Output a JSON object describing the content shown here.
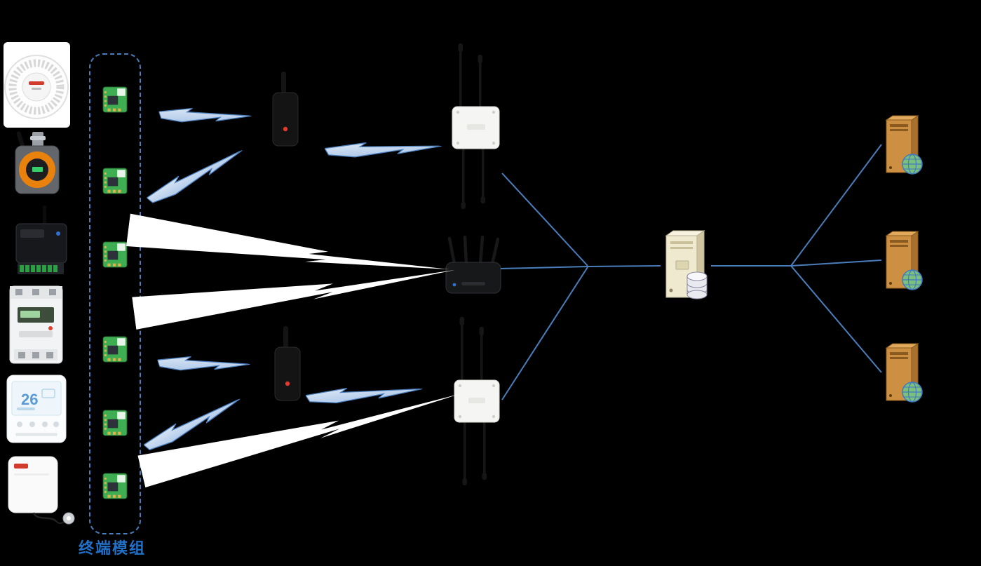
{
  "diagram": {
    "group_label": "终端模组",
    "thermostat_display": "26",
    "nodes": {
      "left_devices": [
        {
          "name": "smoke-detector"
        },
        {
          "name": "gas-detector"
        },
        {
          "name": "cellular-modem"
        },
        {
          "name": "din-rail-energy-meter"
        },
        {
          "name": "thermostat"
        },
        {
          "name": "wall-controller"
        }
      ],
      "terminal_modules_count": 6,
      "usb_receivers_count": 2,
      "gateways": [
        "outdoor-gateway-top",
        "wireless-router",
        "outdoor-gateway-bottom"
      ],
      "central_server": "database-server",
      "cloud_servers_count": 3
    },
    "connections": [
      {
        "from": "terminal-module-1",
        "to": "usb-receiver-1",
        "type": "wireless-bolt"
      },
      {
        "from": "terminal-module-2",
        "to": "usb-receiver-1",
        "type": "wireless-bolt"
      },
      {
        "from": "usb-receiver-1",
        "to": "outdoor-gateway-top",
        "type": "wireless-bolt"
      },
      {
        "from": "terminal-modules",
        "to": "wireless-router",
        "type": "wireless-beam"
      },
      {
        "from": "terminal-modules",
        "to": "wireless-router",
        "type": "wireless-beam"
      },
      {
        "from": "terminal-module-4",
        "to": "usb-receiver-2",
        "type": "wireless-bolt"
      },
      {
        "from": "terminal-module-5",
        "to": "usb-receiver-2",
        "type": "wireless-bolt"
      },
      {
        "from": "usb-receiver-2",
        "to": "outdoor-gateway-bottom",
        "type": "wireless-bolt"
      },
      {
        "from": "terminal-module-6",
        "to": "outdoor-gateway-bottom",
        "type": "wireless-beam"
      },
      {
        "from": "outdoor-gateway-top",
        "to": "database-server",
        "type": "line"
      },
      {
        "from": "wireless-router",
        "to": "database-server",
        "type": "line"
      },
      {
        "from": "outdoor-gateway-bottom",
        "to": "database-server",
        "type": "line"
      },
      {
        "from": "database-server",
        "to": "cloud-server-1",
        "type": "line"
      },
      {
        "from": "database-server",
        "to": "cloud-server-2",
        "type": "line"
      },
      {
        "from": "database-server",
        "to": "cloud-server-3",
        "type": "line"
      }
    ]
  },
  "colors": {
    "background": "#000000",
    "connector": "#4a7ebb",
    "label": "#2070c8",
    "beam": "#ffffff",
    "bolt-dark": "#7fa8dc",
    "module-green": "#3fae52",
    "server-beige": "#efe9cf",
    "cloud-orange": "#cd8f42"
  }
}
